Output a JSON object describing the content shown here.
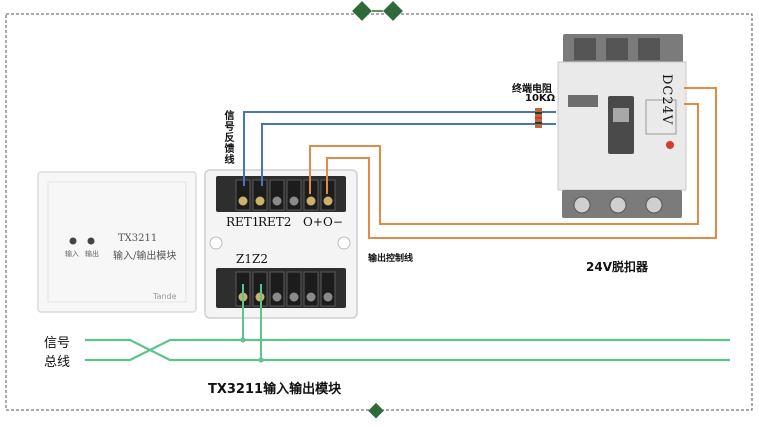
{
  "colors": {
    "blue_wire": "#4a73b8",
    "orange_wire": "#e08c48",
    "green_bus": "#5fc48c",
    "frame": "#555555",
    "diamond": "#2f6a3a"
  },
  "labels": {
    "terminal_resistor": "终端电阻",
    "resistance": "10KΩ",
    "feedback_line": "信号反馈线",
    "ret1": "RET1",
    "ret2": "RET2",
    "o_plus": "O+",
    "o_minus": "O−",
    "z1": "Z1",
    "z2": "Z2",
    "output_control_line": "输出控制线",
    "breaker": "24V脱扣器",
    "dc": "DC24V",
    "signal": "信号",
    "bus": "总线",
    "module_caption": "TX3211输入输出模块"
  },
  "module_face": {
    "model": "TX3211",
    "name": "输入/输出模块",
    "input": "输入",
    "output": "输出",
    "brand": "Tande"
  }
}
